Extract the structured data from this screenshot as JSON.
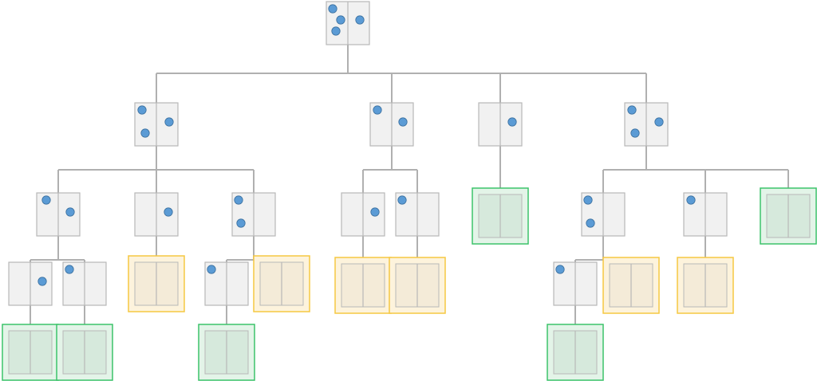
{
  "colors": {
    "edge": "#b0b0b0",
    "node_fill": "#f1f1f1",
    "node_stroke": "#b8b8b8",
    "dot_fill": "#5b9bd5",
    "dot_stroke": "#3a6f9e",
    "green_frame_fill": "#e3f4e8",
    "green_frame_stroke": "#3cc36a",
    "green_inner_fill": "#d6e9dc",
    "yellow_frame_fill": "#fdf3dc",
    "yellow_frame_stroke": "#f5c842",
    "yellow_inner_fill": "#f4ebd8"
  },
  "legend": {
    "node_kinds": [
      "state",
      "green-leaf",
      "yellow-leaf"
    ]
  },
  "tree": {
    "id": "root",
    "dots": 4,
    "kind": "state",
    "children": [
      {
        "id": "a",
        "dots": 3,
        "kind": "state",
        "children": [
          {
            "id": "a1",
            "dots": 2,
            "kind": "state",
            "children": [
              {
                "id": "a1a",
                "dots": 1,
                "kind": "state",
                "children": [
                  {
                    "id": "a1a-leaf",
                    "dots": 0,
                    "kind": "green-leaf",
                    "children": []
                  }
                ]
              },
              {
                "id": "a1b",
                "dots": 1,
                "kind": "state",
                "children": [
                  {
                    "id": "a1b-leaf",
                    "dots": 0,
                    "kind": "green-leaf",
                    "children": []
                  }
                ]
              }
            ]
          },
          {
            "id": "a2",
            "dots": 1,
            "kind": "state",
            "children": [
              {
                "id": "a2-leaf",
                "dots": 0,
                "kind": "yellow-leaf",
                "children": []
              }
            ]
          },
          {
            "id": "a3",
            "dots": 2,
            "kind": "state",
            "children": [
              {
                "id": "a3a",
                "dots": 1,
                "kind": "state",
                "children": [
                  {
                    "id": "a3a-leaf",
                    "dots": 0,
                    "kind": "green-leaf",
                    "children": []
                  }
                ]
              },
              {
                "id": "a3b",
                "dots": 0,
                "kind": "yellow-leaf",
                "children": []
              }
            ]
          }
        ]
      },
      {
        "id": "b",
        "dots": 2,
        "kind": "state",
        "children": [
          {
            "id": "b1",
            "dots": 1,
            "kind": "state",
            "children": [
              {
                "id": "b1-leaf",
                "dots": 0,
                "kind": "yellow-leaf",
                "children": []
              }
            ]
          },
          {
            "id": "b2",
            "dots": 1,
            "kind": "state",
            "children": [
              {
                "id": "b2-leaf",
                "dots": 0,
                "kind": "yellow-leaf",
                "children": []
              }
            ]
          }
        ]
      },
      {
        "id": "c",
        "dots": 1,
        "kind": "state",
        "children": [
          {
            "id": "c-leaf",
            "dots": 0,
            "kind": "green-leaf",
            "children": []
          }
        ]
      },
      {
        "id": "d",
        "dots": 3,
        "kind": "state",
        "children": [
          {
            "id": "d1",
            "dots": 2,
            "kind": "state",
            "children": [
              {
                "id": "d1a",
                "dots": 1,
                "kind": "state",
                "children": [
                  {
                    "id": "d1a-leaf",
                    "dots": 0,
                    "kind": "green-leaf",
                    "children": []
                  }
                ]
              },
              {
                "id": "d1b",
                "dots": 0,
                "kind": "yellow-leaf",
                "children": []
              }
            ]
          },
          {
            "id": "d2",
            "dots": 1,
            "kind": "state",
            "children": [
              {
                "id": "d2-leaf",
                "dots": 0,
                "kind": "yellow-leaf",
                "children": []
              }
            ]
          },
          {
            "id": "d3",
            "dots": 0,
            "kind": "green-leaf",
            "children": []
          }
        ]
      }
    ]
  }
}
